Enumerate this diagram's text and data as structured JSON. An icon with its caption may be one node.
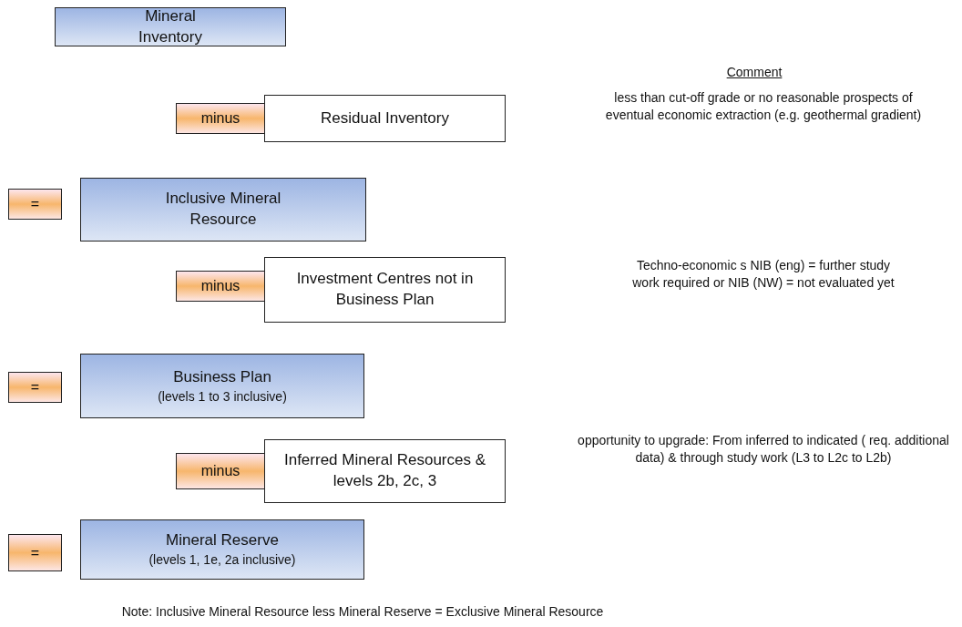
{
  "diagram": {
    "nodes": [
      {
        "text": [
          "Mineral Inventory"
        ]
      },
      {
        "text": [
          "minus"
        ]
      },
      {
        "text": [
          "Residual Inventory"
        ]
      },
      {
        "text": [
          "="
        ]
      },
      {
        "text": [
          "Inclusive Mineral Resource"
        ]
      },
      {
        "text": [
          "minus"
        ]
      },
      {
        "text": [
          "Investment Centres not in Business Plan"
        ]
      },
      {
        "text": [
          "="
        ]
      },
      {
        "text": [
          "Business Plan",
          "(levels 1 to 3 inclusive)"
        ]
      },
      {
        "text": [
          "minus"
        ]
      },
      {
        "text": [
          "Inferred Mineral Resources & levels 2b, 2c, 3"
        ]
      },
      {
        "text": [
          "="
        ]
      },
      {
        "text": [
          "Mineral Reserve",
          "(levels 1, 1e, 2a inclusive)"
        ]
      }
    ],
    "edges": [],
    "labels": [
      "Comment",
      "less than cut-off grade or no reasonable prospects of eventual economic extraction (e.g. geothermal gradient)",
      "Techno-economic s NIB (eng) = further study work required or NIB (NW) = not evaluated yet",
      "opportunity to upgrade: From inferred to indicated ( req. additional data) & through study work (L3 to L2c to L2b)",
      "Note: Inclusive Mineral Resource less Mineral Reserve = Exclusive Mineral Resource"
    ]
  }
}
